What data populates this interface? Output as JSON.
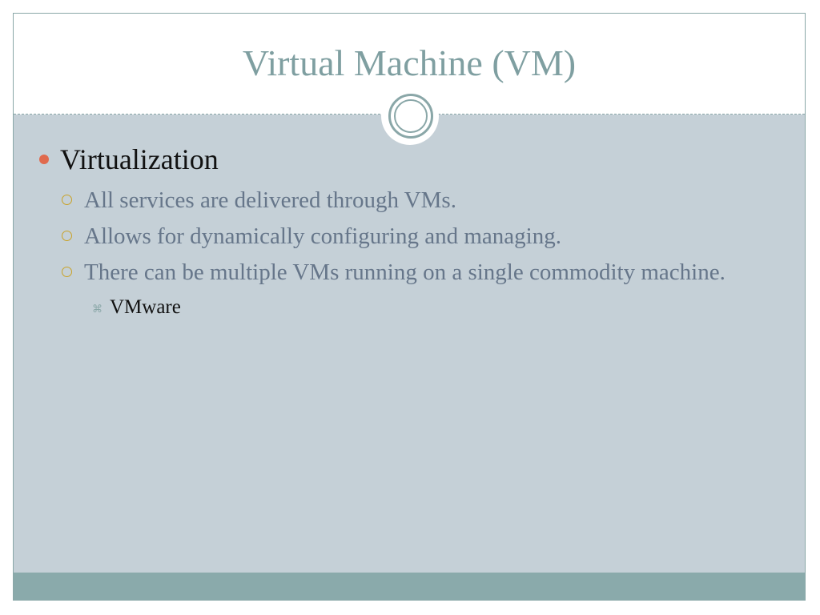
{
  "slide": {
    "title": "Virtual Machine (VM)",
    "bullets": [
      {
        "text": "Virtualization",
        "children": [
          {
            "text": "All services are delivered through VMs."
          },
          {
            "text": "Allows for dynamically configuring and managing."
          },
          {
            "text": "There can be multiple VMs running on a single commodity machine.",
            "children": [
              {
                "text": "VMware"
              }
            ]
          }
        ]
      }
    ]
  },
  "colors": {
    "title": "#7f9fa1",
    "content_bg": "#c5d0d7",
    "footer": "#8aaaab",
    "level1_bullet": "#e06a4e",
    "level2_bullet": "#c9a227",
    "level2_text": "#66768a"
  },
  "icons": {
    "level1_bullet": "filled-circle-bullet-icon",
    "level2_bullet": "hollow-circle-bullet-icon",
    "level3_bullet": "star-bullet-icon",
    "title_ornament": "double-ring-ornament-icon"
  }
}
